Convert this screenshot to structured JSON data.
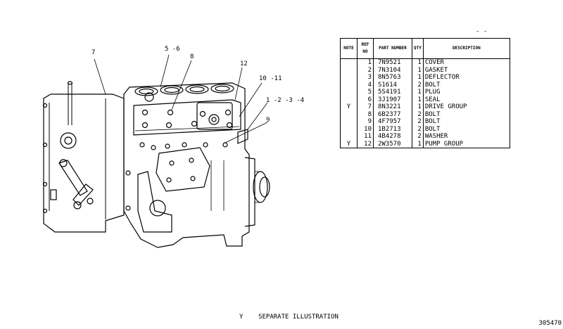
{
  "callouts": {
    "c7": "7",
    "c5_6": "5 -6",
    "c8": "8",
    "c12": "12",
    "c10_11": "10 -11",
    "c1_4": "1 -2 -3 -4",
    "c9": "9"
  },
  "page_mark": "- -",
  "table": {
    "headers": {
      "note": "NOTE",
      "ref_no": "REF NO",
      "part_number": "PART NUMBER",
      "qty": "QTY",
      "description": "DESCRIPTION"
    },
    "rows": [
      {
        "note": "",
        "ref": "1",
        "part": "7N9521",
        "qty": "1",
        "desc": "COVER"
      },
      {
        "note": "",
        "ref": "2",
        "part": "7N3104",
        "qty": "1",
        "desc": "GASKET"
      },
      {
        "note": "",
        "ref": "3",
        "part": "8N5763",
        "qty": "1",
        "desc": "DEFLECTOR"
      },
      {
        "note": "",
        "ref": "4",
        "part": "S1614",
        "qty": "2",
        "desc": "BOLT"
      },
      {
        "note": "",
        "ref": "5",
        "part": "5S4191",
        "qty": "1",
        "desc": "PLUG"
      },
      {
        "note": "",
        "ref": "6",
        "part": "3J1907",
        "qty": "1",
        "desc": "SEAL"
      },
      {
        "note": "Y",
        "ref": "7",
        "part": "8N3221",
        "qty": "1",
        "desc": "DRIVE GROUP"
      },
      {
        "note": "",
        "ref": "8",
        "part": "6B2377",
        "qty": "2",
        "desc": "BOLT"
      },
      {
        "note": "",
        "ref": "9",
        "part": "4F7957",
        "qty": "2",
        "desc": "BOLT"
      },
      {
        "note": "",
        "ref": "10",
        "part": "1B2713",
        "qty": "2",
        "desc": "BOLT"
      },
      {
        "note": "",
        "ref": "11",
        "part": "4B4278",
        "qty": "2",
        "desc": "WASHER"
      },
      {
        "note": "Y",
        "ref": "12",
        "part": "2W3570",
        "qty": "1",
        "desc": "PUMP GROUP"
      }
    ]
  },
  "footnote": "Y    SEPARATE ILLUSTRATION",
  "figure_id": "305470"
}
